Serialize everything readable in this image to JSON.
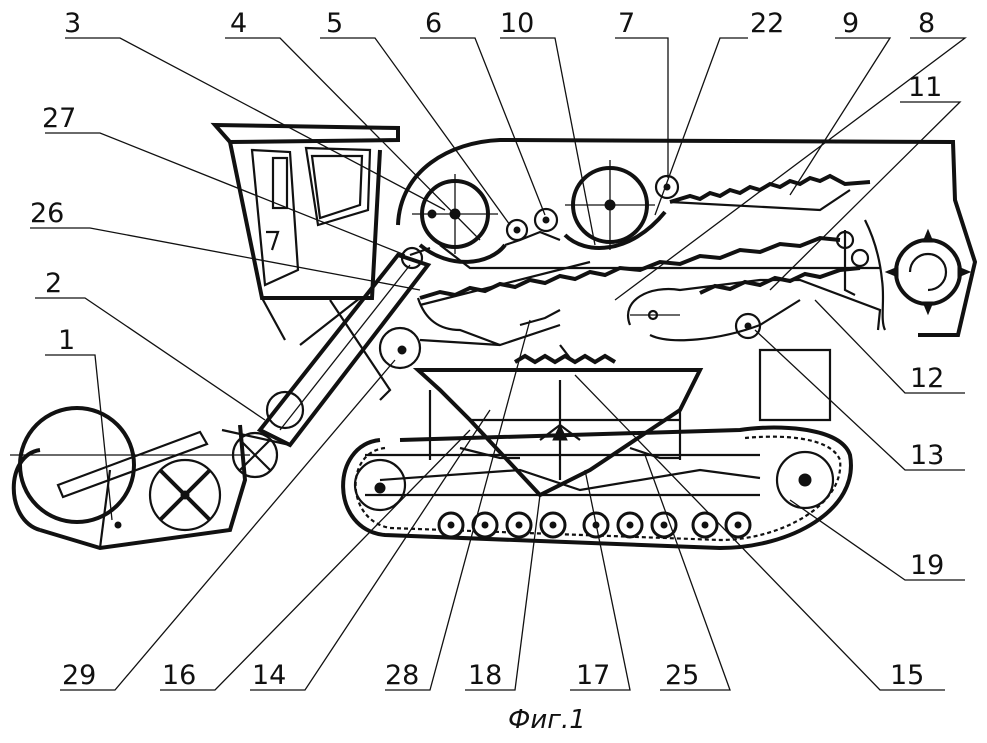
{
  "caption": "Фиг.1",
  "labels": {
    "l1": "1",
    "l2": "2",
    "l3": "3",
    "l4": "4",
    "l5": "5",
    "l6": "6",
    "l7": "7",
    "l8": "8",
    "l9": "9",
    "l10": "10",
    "l11": "11",
    "l12": "12",
    "l13": "13",
    "l14": "14",
    "l15": "15",
    "l16": "16",
    "l17": "17",
    "l18": "18",
    "l19": "19",
    "l22": "22",
    "l25": "25",
    "l26": "26",
    "l27": "27",
    "l28": "28",
    "l29": "29"
  }
}
